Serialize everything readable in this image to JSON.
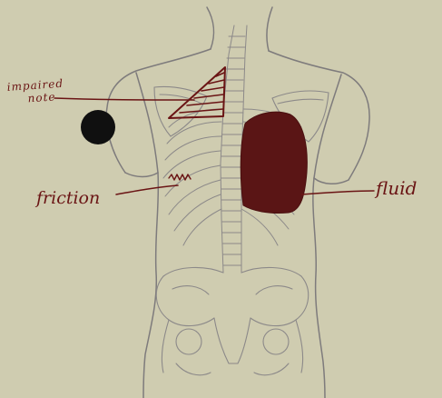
{
  "annotations": {
    "impaired_note": "impaired note",
    "friction": "friction",
    "fluid": "fluid"
  },
  "colors": {
    "paper": "#cfccb0",
    "pencil": "#7e7b7c",
    "ink": "#6a1414",
    "fluid_fill": "#5a1515",
    "dot": "#101010"
  }
}
